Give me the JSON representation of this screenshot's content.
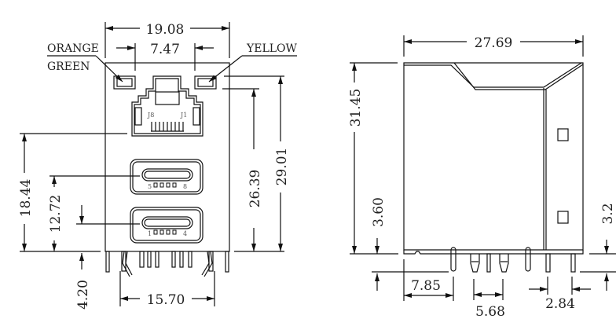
{
  "front_view": {
    "dimensions": {
      "width_total": "19.08",
      "led_spacing": "7.47",
      "height_18_44": "18.44",
      "height_12_72": "12.72",
      "pin_length": "4.20",
      "height_26_39": "26.39",
      "height_29_01": "29.01",
      "pin_span": "15.70"
    },
    "labels": {
      "orange": "ORANGE",
      "green": "GREEN",
      "yellow": "YELLOW"
    },
    "rj45_pins": {
      "left": "J8",
      "right": "J1"
    },
    "usb_top_pins": {
      "left": "5",
      "right": "8"
    },
    "usb_bottom_pins": {
      "left": "1",
      "right": "4"
    }
  },
  "side_view": {
    "dimensions": {
      "depth": "27.69",
      "height": "31.45",
      "standoff": "3.60",
      "pin_right": "3.2",
      "front_offset": "7.85",
      "pin_pitch": "5.68",
      "rear_pin_pitch": "2.84"
    }
  }
}
